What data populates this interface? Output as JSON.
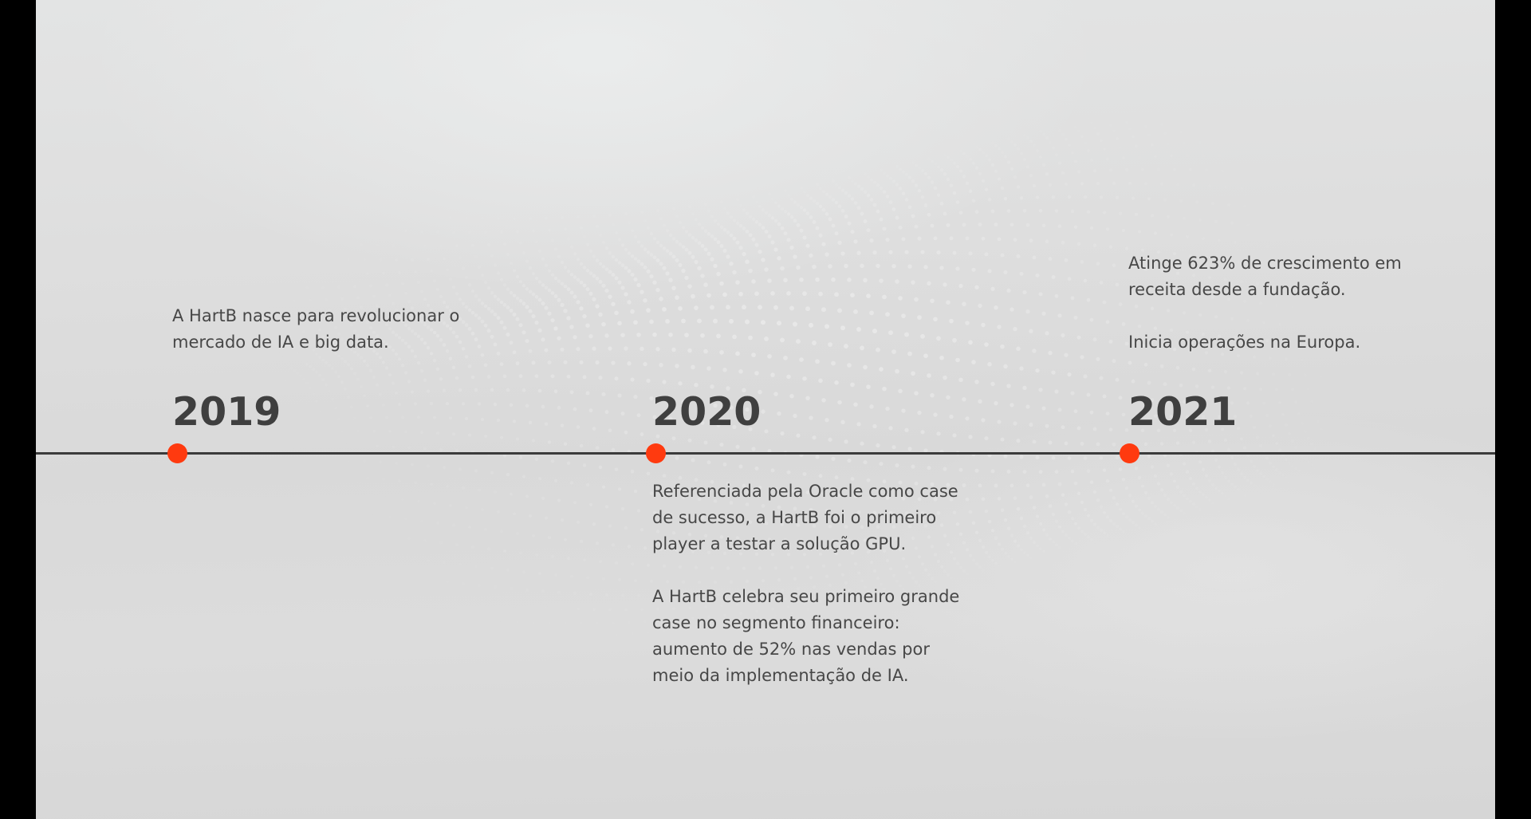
{
  "theme": {
    "accent": "#ff3a0f",
    "line": "#3b3b3b",
    "text": "#474747",
    "year": "#3f3f3f"
  },
  "timeline": {
    "events": [
      {
        "year": "2019",
        "paragraphs": [
          [
            "A HartB nasce para revolucionar o",
            "mercado de IA e big data."
          ]
        ]
      },
      {
        "year": "2020",
        "paragraphs": [
          [
            "Referenciada pela Oracle como case",
            "de sucesso, a HartB foi o primeiro",
            "player a testar a solução GPU."
          ],
          [
            "A HartB celebra seu primeiro grande",
            "case no segmento financeiro:",
            "aumento de 52% nas vendas por",
            "meio da implementação de IA."
          ]
        ]
      },
      {
        "year": "2021",
        "paragraphs": [
          [
            "Atinge 623% de crescimento em",
            "receita desde a fundação."
          ],
          [
            "Inicia operações na Europa."
          ]
        ]
      }
    ]
  }
}
